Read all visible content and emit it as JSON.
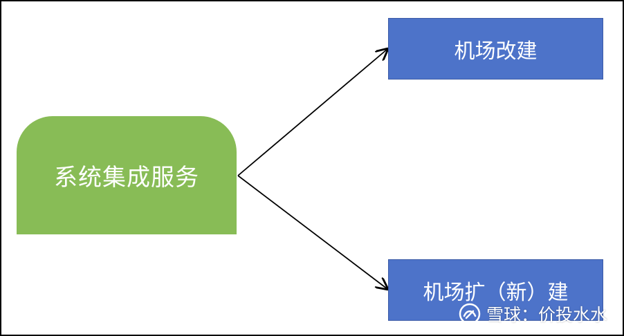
{
  "diagram": {
    "source": {
      "label": "系统集成服务",
      "color": "#88bc56"
    },
    "targets": [
      {
        "label": "机场改建",
        "color": "#4d73c9"
      },
      {
        "label": "机场扩（新）建",
        "color": "#4d73c9"
      }
    ],
    "watermark": {
      "text": "雪球：价投水水"
    },
    "colors": {
      "arrow": "#000000",
      "text": "#ffffff",
      "frame": "#000000"
    }
  }
}
